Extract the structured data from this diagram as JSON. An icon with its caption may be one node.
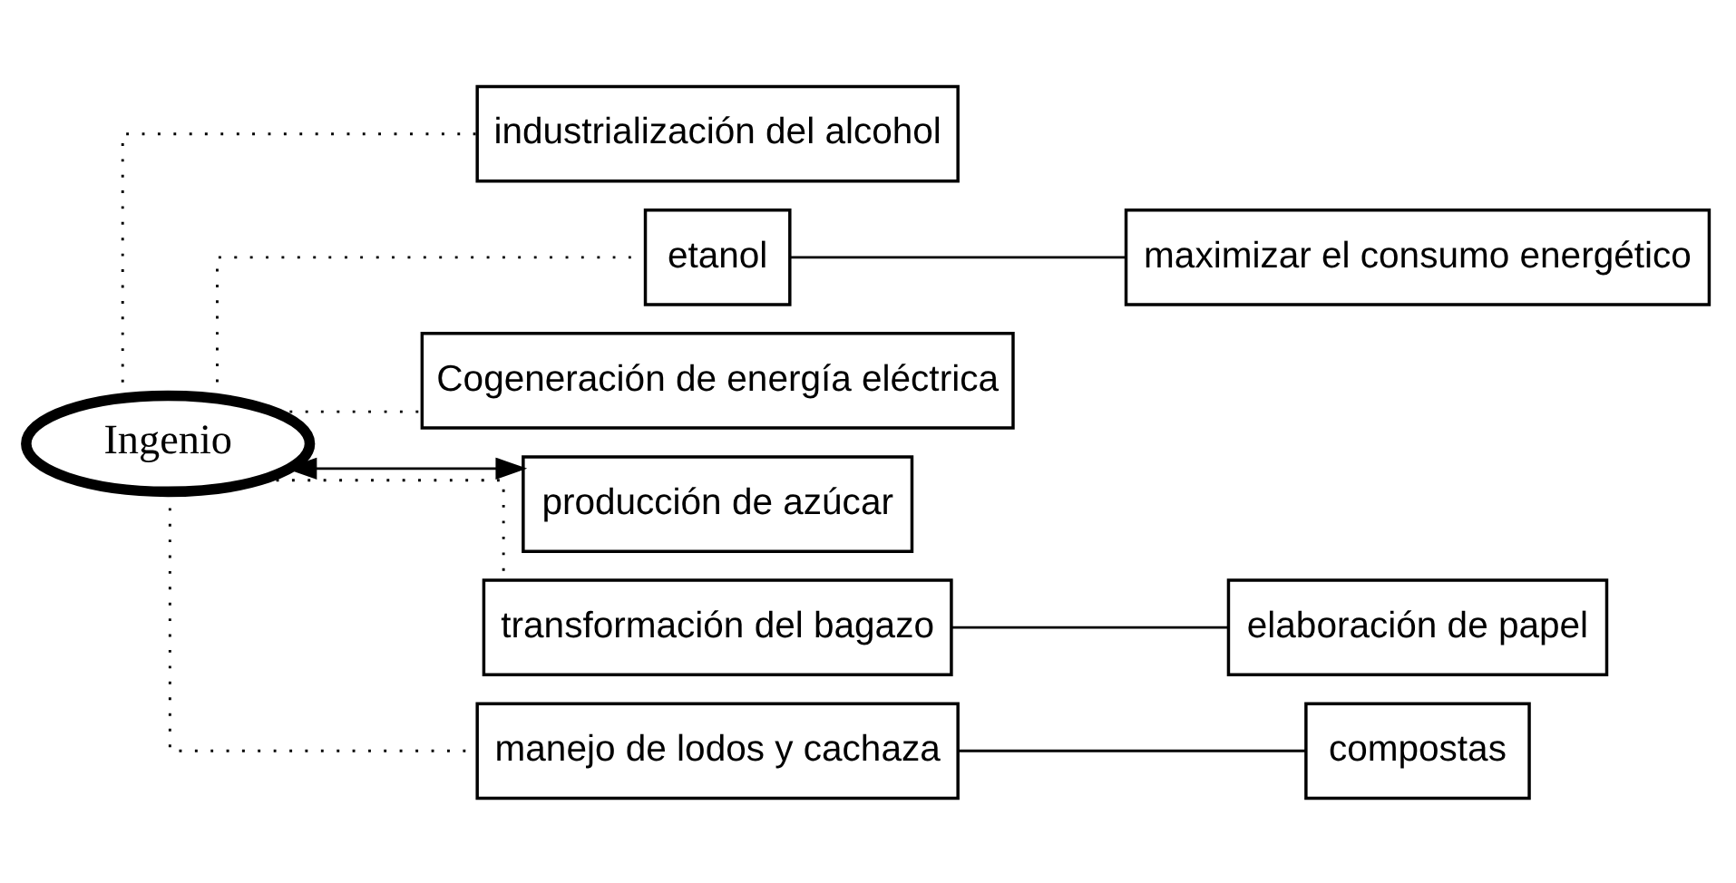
{
  "diagram": {
    "nodes": [
      {
        "text": [
          "Ingenio"
        ]
      },
      {
        "text": [
          "industrialización del alcohol"
        ]
      },
      {
        "text": [
          "etanol"
        ]
      },
      {
        "text": [
          "maximizar el consumo energético"
        ]
      },
      {
        "text": [
          "Cogeneración de energía eléctrica"
        ]
      },
      {
        "text": [
          "producción de azúcar"
        ]
      },
      {
        "text": [
          "transformación del bagazo"
        ]
      },
      {
        "text": [
          "elaboración de papel"
        ]
      },
      {
        "text": [
          "manejo de lodos y cachaza"
        ]
      },
      {
        "text": [
          "compostas"
        ]
      }
    ],
    "edges": [
      {
        "from": 0,
        "to": 1,
        "arrow": "none",
        "style": "dashed"
      },
      {
        "from": 0,
        "to": 2,
        "arrow": "none",
        "style": "dashed"
      },
      {
        "from": 2,
        "to": 3,
        "arrow": "none"
      },
      {
        "from": 0,
        "to": 4,
        "arrow": "none",
        "style": "dashed"
      },
      {
        "from": 0,
        "to": 5,
        "arrow": "both"
      },
      {
        "from": 0,
        "to": 6,
        "arrow": "none",
        "style": "dashed"
      },
      {
        "from": 6,
        "to": 7,
        "arrow": "none"
      },
      {
        "from": 0,
        "to": 8,
        "arrow": "none",
        "style": "dashed"
      },
      {
        "from": 8,
        "to": 9,
        "arrow": "none"
      }
    ]
  }
}
